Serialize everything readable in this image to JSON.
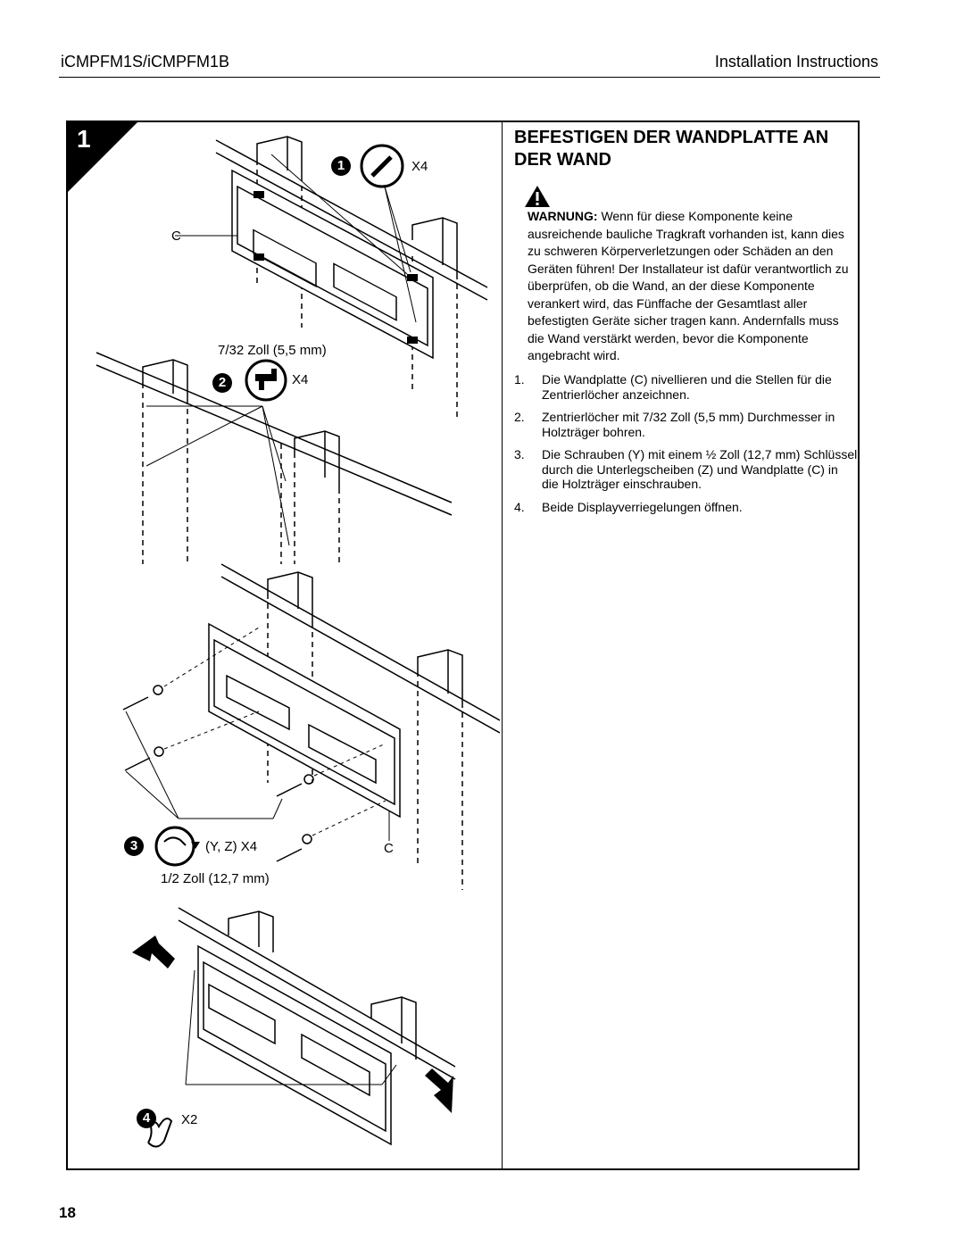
{
  "header": {
    "model": "iCMPFM1S/iCMPFM1B",
    "doc_type": "Installation Instructions"
  },
  "step": {
    "number": "1",
    "title": "BEFESTIGEN DER WANDPLATTE AN DER WAND",
    "warning_label": "WARNUNG:",
    "warning_text": "Wenn für diese Komponente keine ausreichende bauliche Tragkraft vorhanden ist, kann dies zu schweren Körperverletzungen oder Schäden an den Geräten führen! Der Installateur ist dafür verantwortlich zu überprüfen, ob die Wand, an der diese Komponente verankert wird, das Fünffache der Gesamtlast aller befestigten Geräte sicher tragen kann. Andernfalls muss die Wand verstärkt werden, bevor die Komponente angebracht wird.",
    "instructions": [
      {
        "num": "1.",
        "text": "Die Wandplatte (C) nivellieren und die Stellen für die Zentrierlöcher anzeichnen."
      },
      {
        "num": "2.",
        "text": "Zentrierlöcher mit 7/32 Zoll (5,5 mm) Durchmesser in Holzträger bohren."
      },
      {
        "num": "3.",
        "text": "Die Schrauben (Y) mit einem ½ Zoll (12,7 mm) Schlüssel durch die Unterlegscheiben (Z) und Wandplatte (C) in die Holzträger einschrauben."
      },
      {
        "num": "4.",
        "text": "Beide Displayverriegelungen öffnen."
      }
    ]
  },
  "figure": {
    "sub1": {
      "badge": "1",
      "qty": "X4",
      "part": "C"
    },
    "sub2": {
      "badge": "2",
      "size": "7/32 Zoll (5,5 mm)",
      "qty": "X4"
    },
    "sub3": {
      "badge": "3",
      "qty": "(Y, Z) X4",
      "part": "C",
      "size": "1/2 Zoll (12,7 mm)"
    },
    "sub4": {
      "badge": "4",
      "qty": "X2"
    }
  },
  "footer": {
    "page": "18"
  }
}
